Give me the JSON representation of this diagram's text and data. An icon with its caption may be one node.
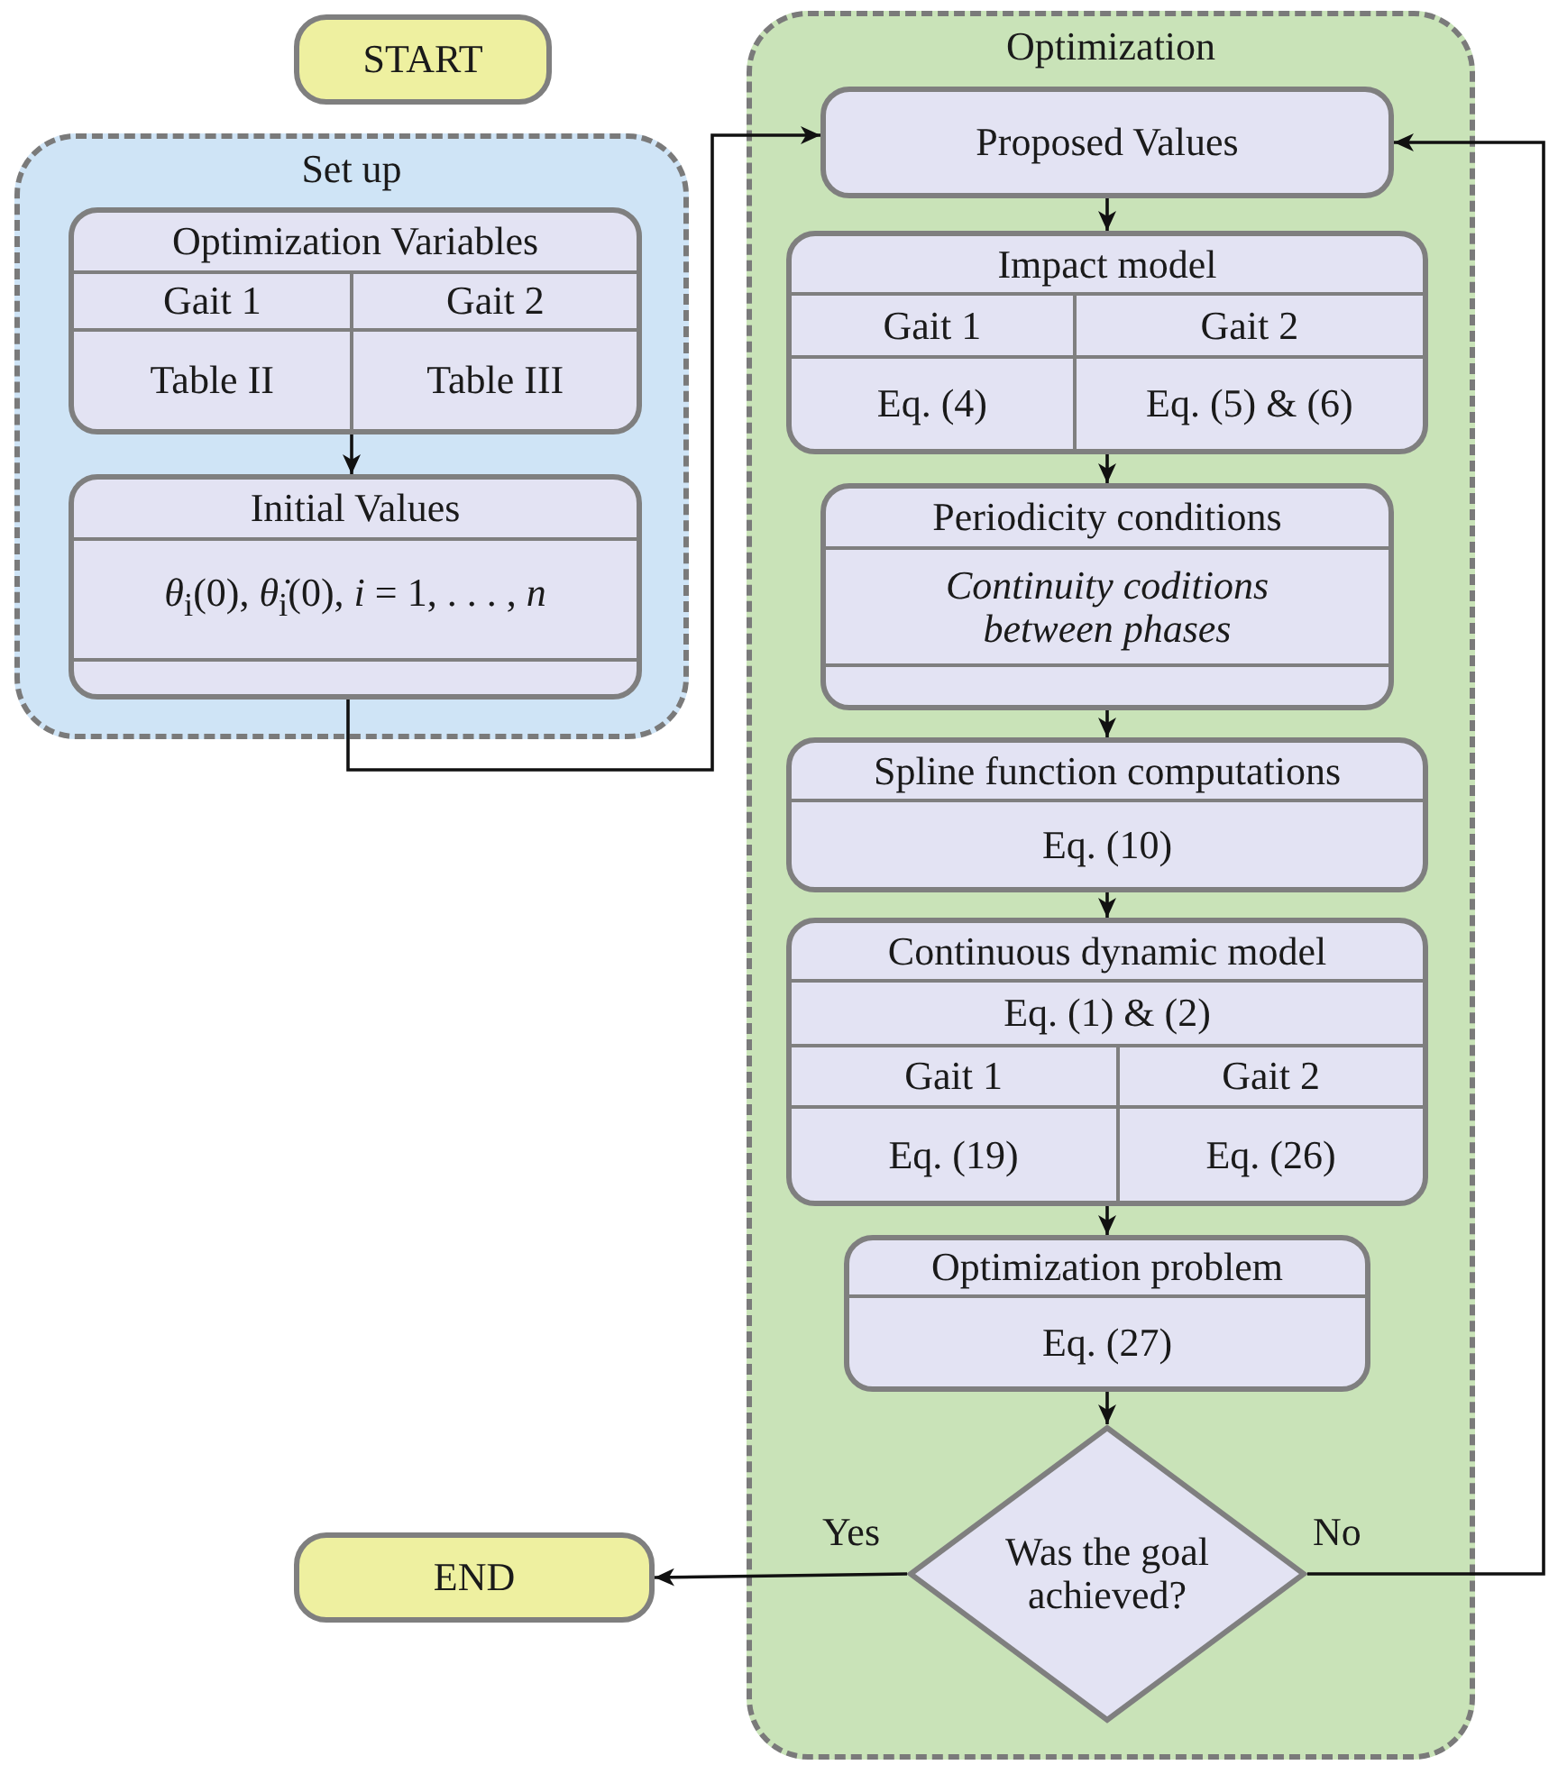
{
  "diagram": {
    "nodes": [
      {
        "text": [
          "START"
        ]
      },
      {
        "text": [
          "Set up"
        ]
      },
      {
        "text": [
          "Optimization Variables",
          "Gait 1",
          "Gait 2",
          "Table II",
          "Table III"
        ],
        "in": 1
      },
      {
        "text": [
          "Initial Values",
          "*θ*$_{i}$(0), *θ̇*$_{i}$(0), *i* = 1, . . . , *n*"
        ],
        "in": 1
      },
      {
        "text": [
          "Optimization"
        ]
      },
      {
        "text": [
          "Proposed Values"
        ],
        "in": 4
      },
      {
        "text": [
          "Impact model",
          "Gait 1",
          "Gait 2",
          "Eq. (4)",
          "Eq. (5) & (6)"
        ],
        "in": 4
      },
      {
        "text": [
          "Periodicity conditions",
          "Continuity coditions between phases"
        ],
        "in": 4
      },
      {
        "text": [
          "Spline function computations",
          "Eq. (10)"
        ],
        "in": 4
      },
      {
        "text": [
          "Continuous dynamic model",
          "Eq. (1) & (2)",
          "Gait 1",
          "Gait 2",
          "Eq. (19)",
          "Eq. (26)"
        ],
        "in": 4
      },
      {
        "text": [
          "Optimization problem",
          "Eq. (27)"
        ],
        "in": 4
      },
      {
        "text": [
          "Was the goal achieved?"
        ],
        "in": 4
      },
      {
        "text": [
          "END"
        ]
      }
    ],
    "edges": [
      {
        "from": 2,
        "to": 3,
        "arrow": "to"
      },
      {
        "from": 3,
        "to": 5,
        "arrow": "to"
      },
      {
        "from": 5,
        "to": 6,
        "arrow": "to"
      },
      {
        "from": 6,
        "to": 7,
        "arrow": "to"
      },
      {
        "from": 7,
        "to": 8,
        "arrow": "to"
      },
      {
        "from": 8,
        "to": 9,
        "arrow": "to"
      },
      {
        "from": 9,
        "to": 10,
        "arrow": "to"
      },
      {
        "from": 10,
        "to": 11,
        "arrow": "to"
      },
      {
        "from": 11,
        "to": 12,
        "arrow": "to",
        "label": "Yes"
      },
      {
        "from": 11,
        "to": 5,
        "arrow": "to",
        "label": "No"
      }
    ]
  }
}
